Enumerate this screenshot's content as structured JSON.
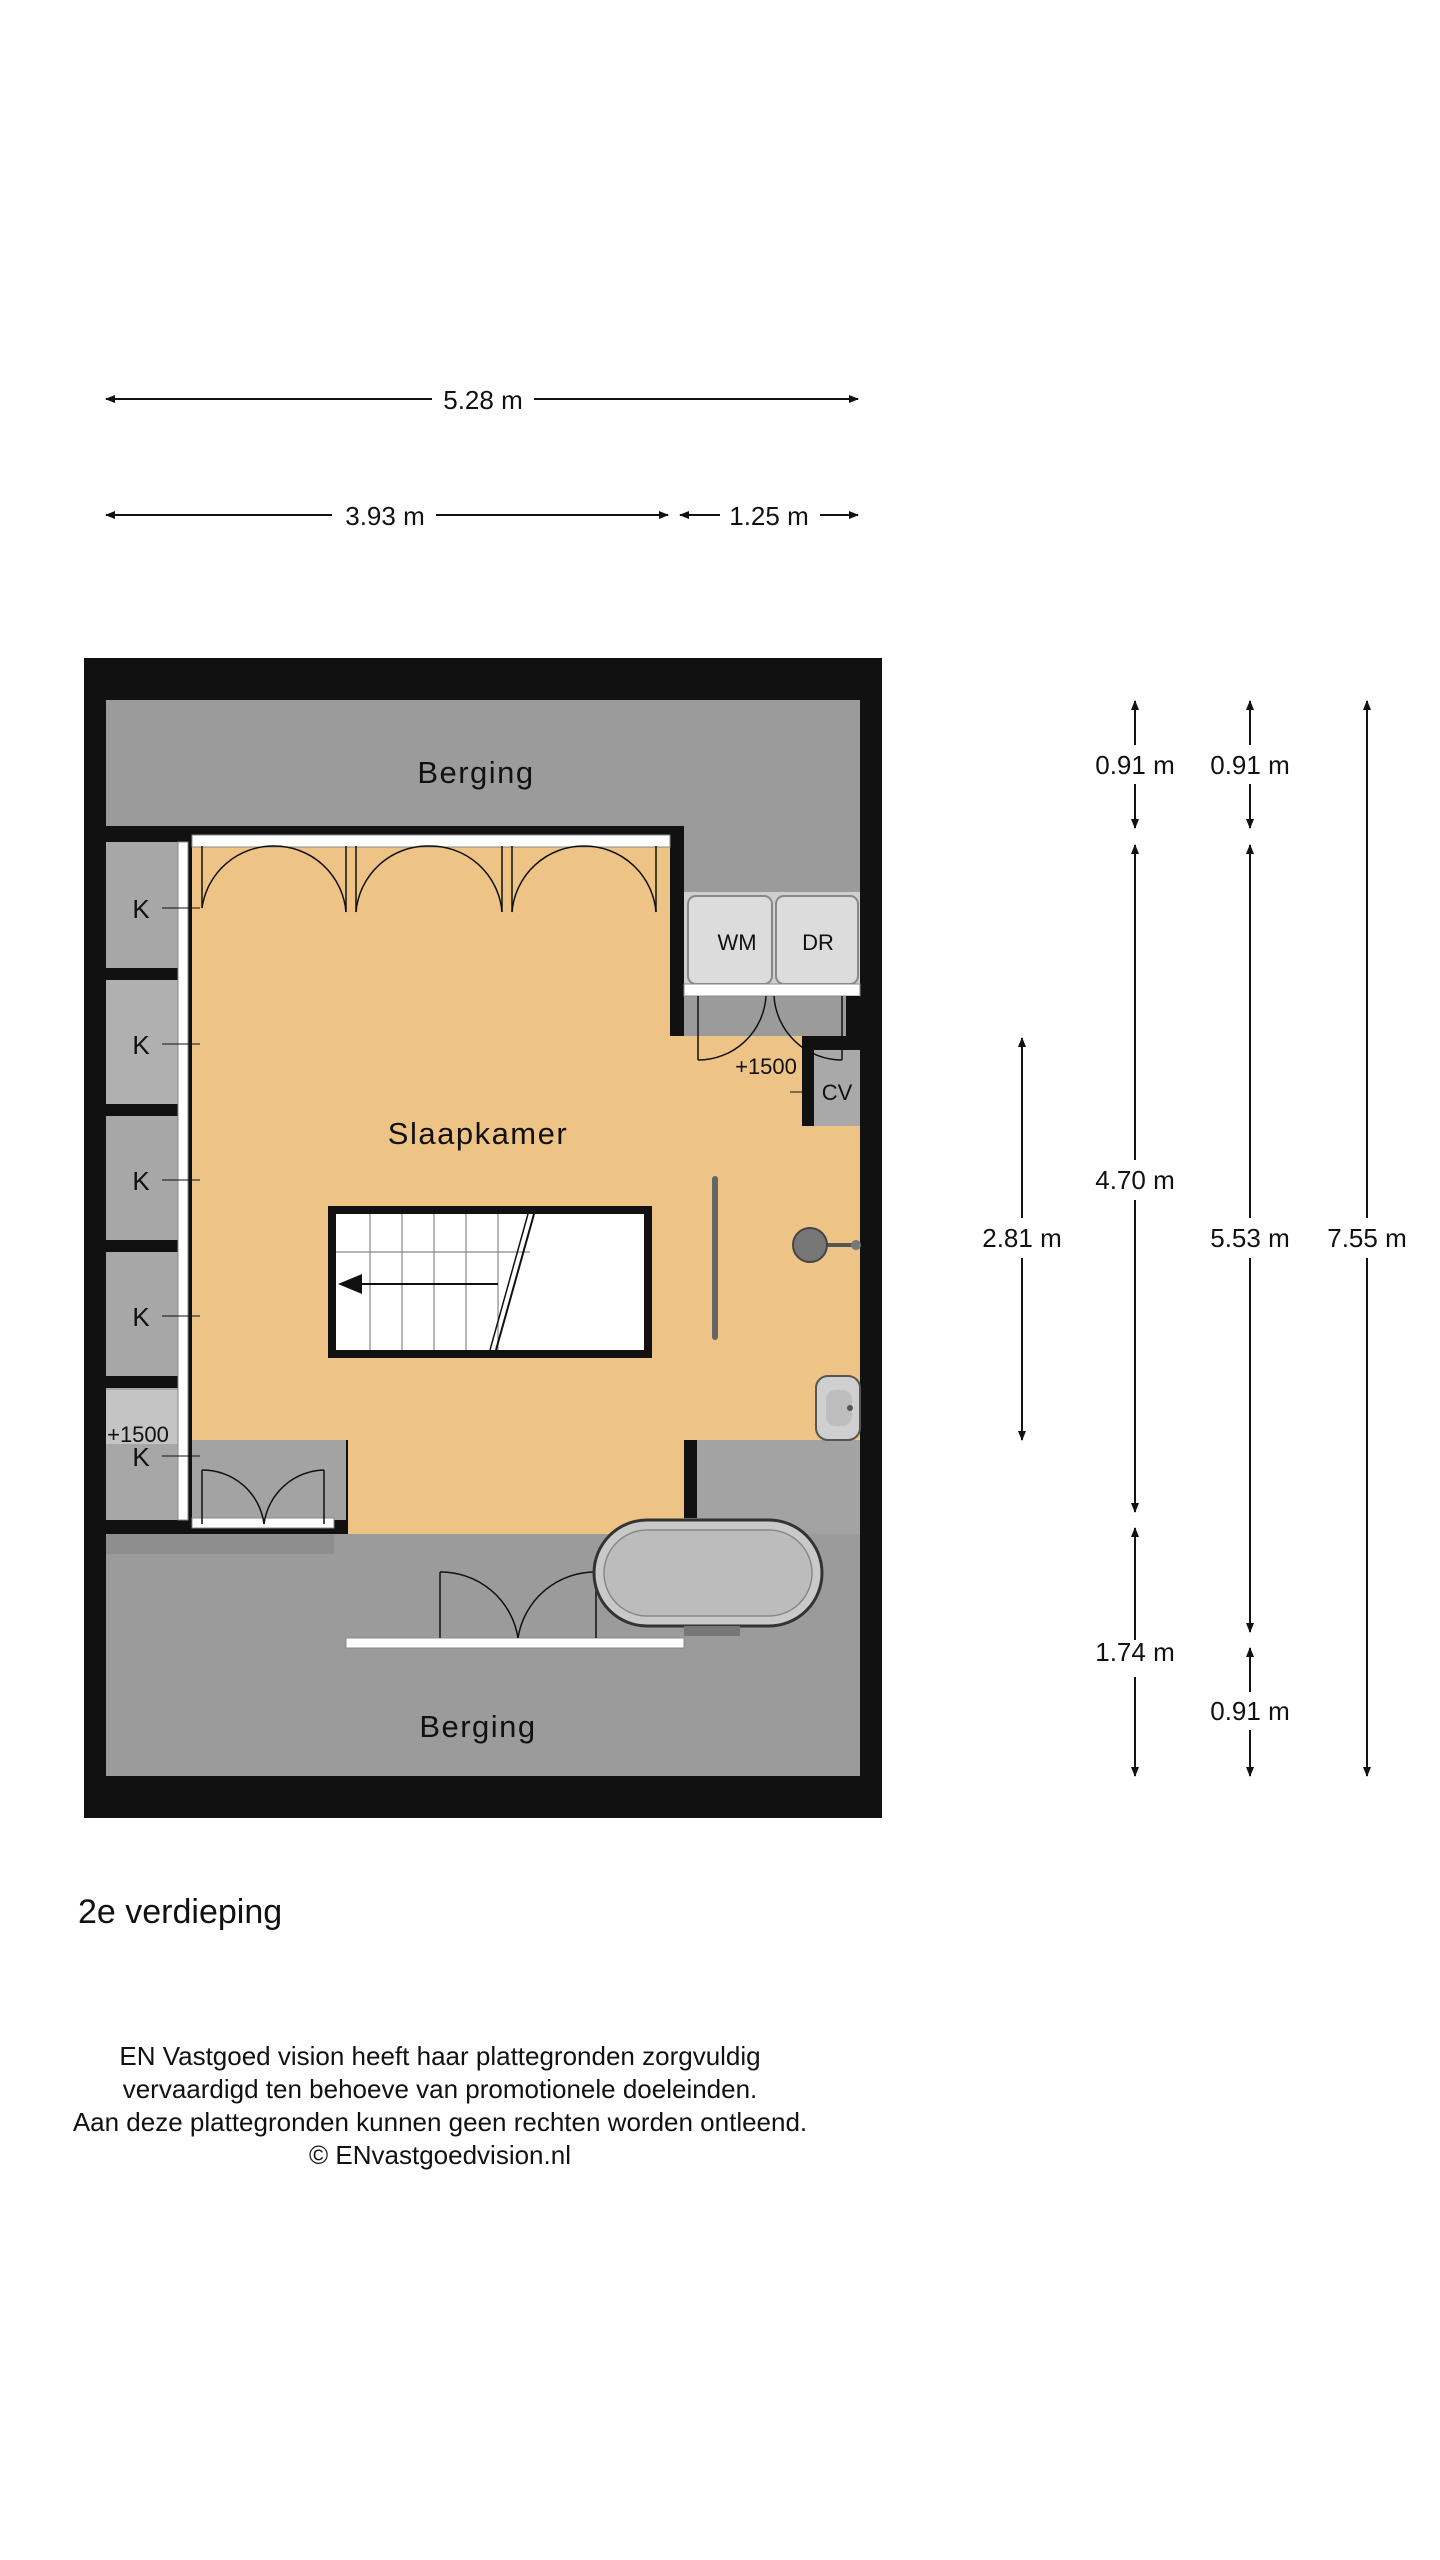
{
  "rooms": {
    "berging_top": "Berging",
    "berging_bottom": "Berging",
    "slaapkamer": "Slaapkamer"
  },
  "fixtures": {
    "kast": "K",
    "wm": "WM",
    "dr": "DR",
    "cv": "CV",
    "level_1": "+1500",
    "level_2": "+1500"
  },
  "dimensions": {
    "width_total": "5.28 m",
    "width_left": "3.93 m",
    "width_right": "1.25 m",
    "h_091_a": "0.91 m",
    "h_091_b": "0.91 m",
    "h_470": "4.70 m",
    "h_553": "5.53 m",
    "h_281": "2.81 m",
    "h_755": "7.55 m",
    "h_174": "1.74 m",
    "h_091_c": "0.91 m"
  },
  "floor_title": "2e verdieping",
  "disclaimer": {
    "line1": "EN Vastgoed vision heeft haar plattegronden zorgvuldig",
    "line2": "vervaardigd ten behoeve van promotionele doeleinden.",
    "line3": "Aan deze plattegronden kunnen geen rechten worden ontleend.",
    "line4": "© ENvastgoedvision.nl"
  }
}
